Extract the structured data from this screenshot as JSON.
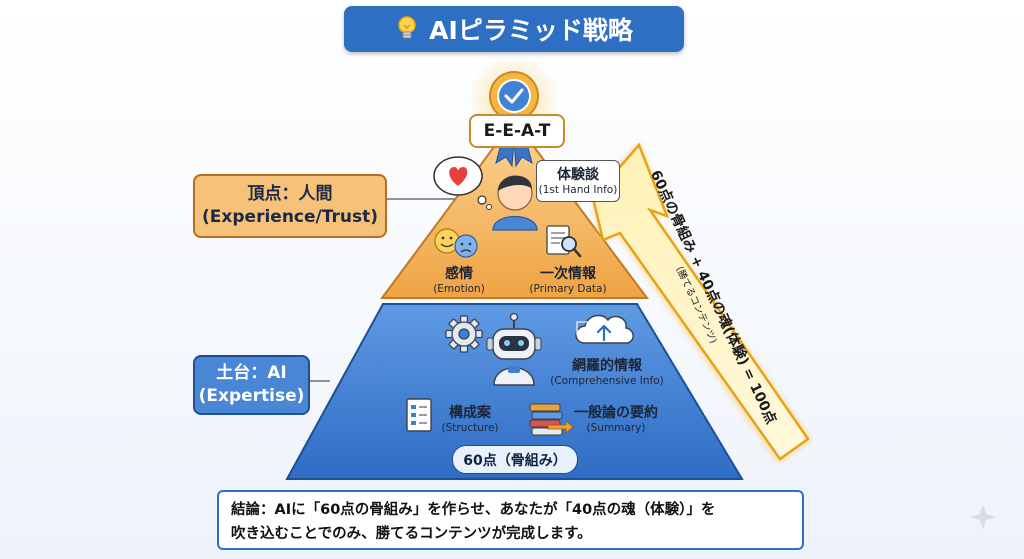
{
  "title": "AIピラミッド戦略",
  "eeat": "E-E-A-T",
  "peak": {
    "label_line1": "頂点：人間",
    "label_line2": "(Experience/Trust)",
    "bubble_jp": "体験談",
    "bubble_en": "(1st Hand Info)",
    "emotion_jp": "感情",
    "emotion_en": "(Emotion)",
    "primary_jp": "一次情報",
    "primary_en": "(Primary Data)"
  },
  "base": {
    "label_line1": "土台：AI",
    "label_line2": "(Expertise)",
    "comprehensive_jp": "網羅的情報",
    "comprehensive_en": "(Comprehensive Info)",
    "structure_jp": "構成案",
    "structure_en": "(Structure)",
    "summary_jp": "一般論の要約",
    "summary_en": "(Summary)",
    "score": "60点（骨組み）"
  },
  "arrow": {
    "text_main": "60点の骨組み + 40点の魂(体験) = 100点",
    "text_sub": "(勝てるコンテンツ)"
  },
  "conclusion": {
    "line1": "結論：AIに「60点の骨組み」を作らせ、あなたが「40点の魂（体験）」を",
    "line2": "吹き込むことでのみ、勝てるコンテンツが完成します。"
  },
  "colors": {
    "title_bg": "#2f6fc3",
    "peak_orange": "#f1a94a",
    "base_blue": "#3f7fd2",
    "arrow_fill": "#fff3c4",
    "arrow_glow": "#ffc24d"
  }
}
